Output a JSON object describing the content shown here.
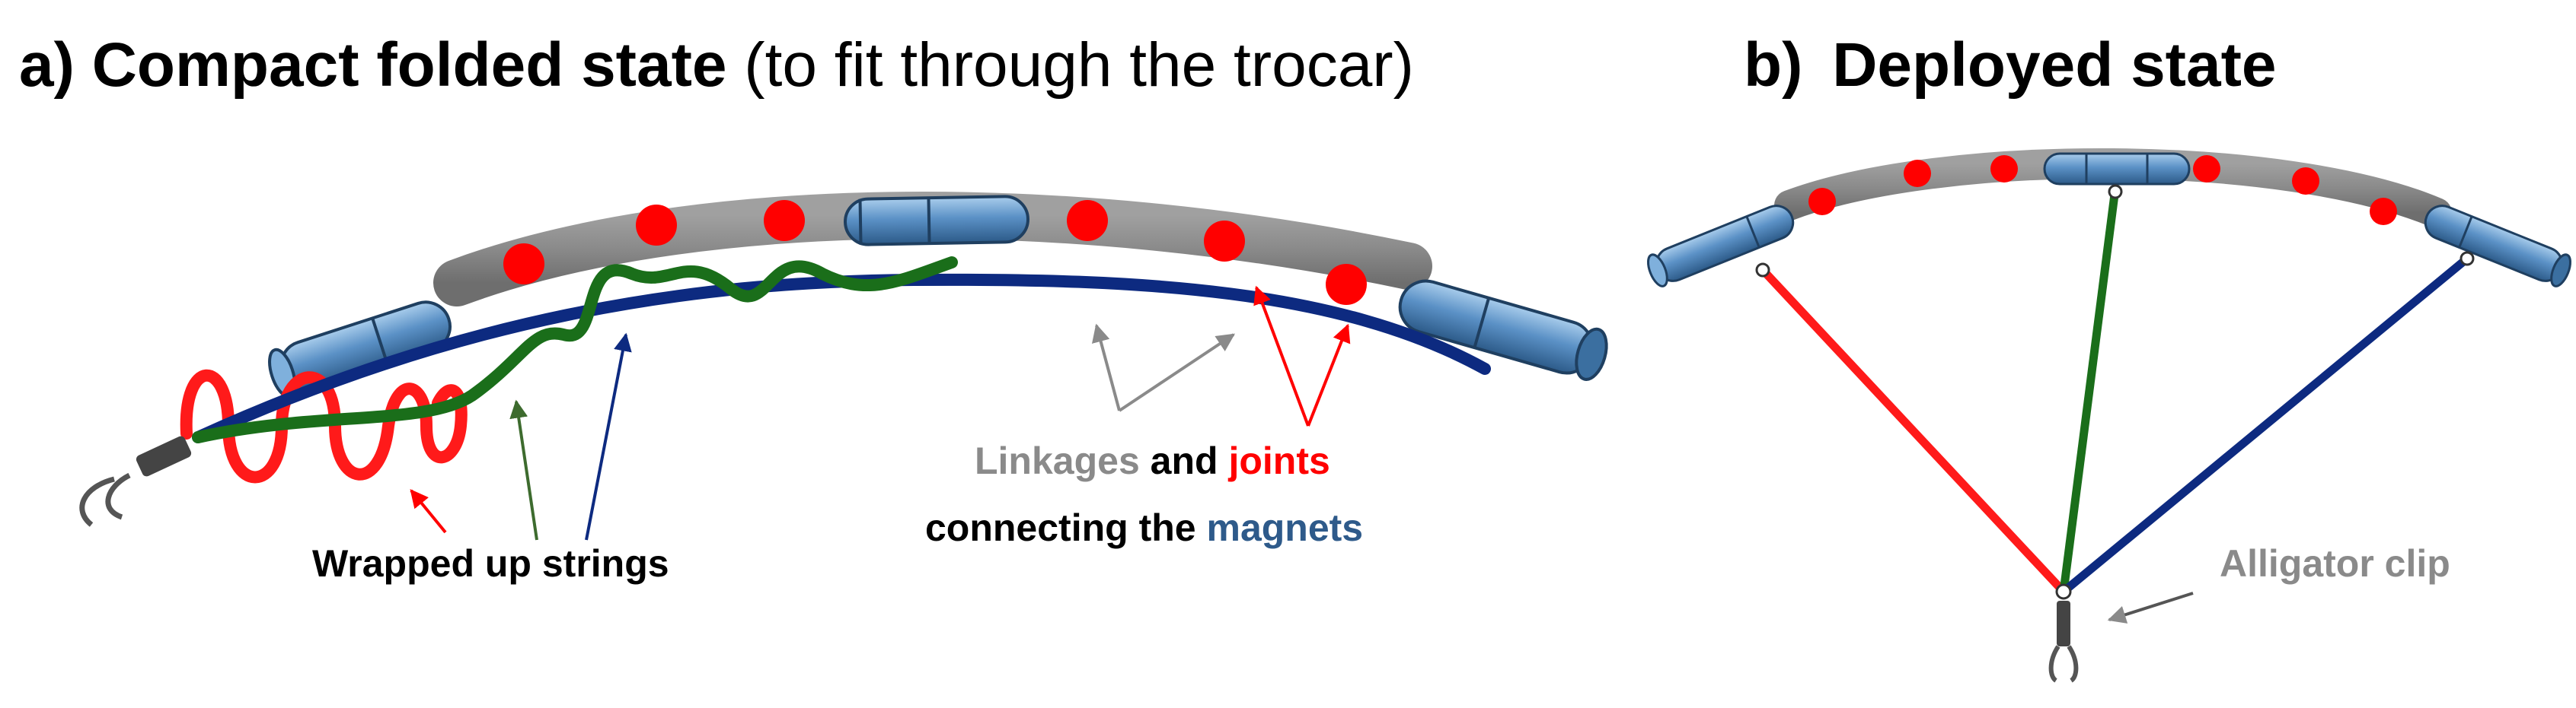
{
  "panel_a": {
    "prefix": "a)",
    "title_bold": "Compact folded state",
    "title_light": "(to fit through the trocar)",
    "label_wrapped": "Wrapped up strings",
    "label_linkages": "Linkages",
    "label_and": "and",
    "label_joints": "joints",
    "label_connecting": "connecting the",
    "label_magnets": "magnets"
  },
  "panel_b": {
    "prefix": "b)",
    "title_bold": "Deployed state",
    "label_clip": "Alligator clip"
  },
  "colors": {
    "magnet": "#5b91c6",
    "magnet_dark": "#2f5f8f",
    "linkage": "#8c8c8c",
    "joint": "#ff0000",
    "string_red": "#ff1a1a",
    "string_green": "#1a6e1a",
    "string_blue": "#0d2a80",
    "label_grey": "#8a8a8a",
    "label_red": "#ff0000",
    "label_blue": "#2e5a8a"
  }
}
